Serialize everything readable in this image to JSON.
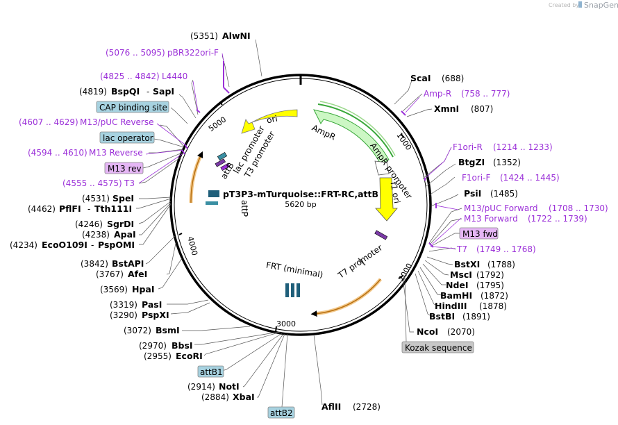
{
  "watermark": {
    "created_by": "Created by",
    "brand": "SnapGene"
  },
  "map": {
    "name": "pT3P3-mTurquoise::FRT-RC,attB",
    "size": "5620 bp"
  },
  "sites_right": [
    {
      "name": "ScaI",
      "pos": "(688)"
    },
    {
      "name": "XmnI",
      "pos": "(807)"
    },
    {
      "name": "BtgZI",
      "pos": "(1352)"
    },
    {
      "name": "PsiI",
      "pos": "(1485)"
    },
    {
      "name": "BstXI",
      "pos": "(1788)"
    },
    {
      "name": "MscI",
      "pos": "(1792)"
    },
    {
      "name": "NdeI",
      "pos": "(1795)"
    },
    {
      "name": "BamHI",
      "pos": "(1872)"
    },
    {
      "name": "HindIII",
      "pos": "(1878)"
    },
    {
      "name": "BstBI",
      "pos": "(1891)"
    },
    {
      "name": "NcoI",
      "pos": "(2070)"
    },
    {
      "name": "AflII",
      "pos": "(2728)"
    }
  ],
  "sites_left": [
    {
      "name": "AlwNI",
      "pos": "(5351)"
    },
    {
      "name": "BspQI",
      "pos": "(4819)",
      "alt": "SapI"
    },
    {
      "name": "SpeI",
      "pos": "(4531)"
    },
    {
      "name": "PflFI",
      "pos": "(4462)",
      "alt": "Tth111I"
    },
    {
      "name": "SgrDI",
      "pos": "(4246)"
    },
    {
      "name": "ApaI",
      "pos": "(4238)"
    },
    {
      "name": "EcoO109I",
      "pos": "(4234)",
      "alt": "PspOMI"
    },
    {
      "name": "BstAPI",
      "pos": "(3842)"
    },
    {
      "name": "AfeI",
      "pos": "(3767)"
    },
    {
      "name": "HpaI",
      "pos": "(3569)"
    },
    {
      "name": "PasI",
      "pos": "(3319)"
    },
    {
      "name": "PspXI",
      "pos": "(3290)"
    },
    {
      "name": "BsmI",
      "pos": "(3072)"
    },
    {
      "name": "BbsI",
      "pos": "(2970)"
    },
    {
      "name": "EcoRI",
      "pos": "(2955)"
    },
    {
      "name": "NotI",
      "pos": "(2914)"
    },
    {
      "name": "XbaI",
      "pos": "(2884)"
    }
  ],
  "primers": [
    {
      "name": "pBR322ori-F",
      "pos": "(5076 .. 5095)"
    },
    {
      "name": "L4440",
      "pos": "(4825 .. 4842)"
    },
    {
      "name": "M13/pUC Reverse",
      "pos": "(4607 .. 4629)"
    },
    {
      "name": "M13 Reverse",
      "pos": "(4594 .. 4610)"
    },
    {
      "name": "T3",
      "pos": "(4555 .. 4575)"
    },
    {
      "name": "Amp-R",
      "pos": "(758 .. 777)"
    },
    {
      "name": "F1ori-R",
      "pos": "(1214 .. 1233)"
    },
    {
      "name": "F1ori-F",
      "pos": "(1424 .. 1445)"
    },
    {
      "name": "M13/pUC Forward",
      "pos": "(1708 .. 1730)"
    },
    {
      "name": "M13 Forward",
      "pos": "(1722 .. 1739)"
    },
    {
      "name": "T7",
      "pos": "(1749 .. 1768)"
    }
  ],
  "boxed": {
    "cap": "CAP binding site",
    "lacop": "lac operator",
    "m13rev": "M13 rev",
    "m13fwd": "M13 fwd",
    "kozak": "Kozak sequence",
    "attb1": "attB1",
    "attb2": "attB2"
  },
  "inner": {
    "ori": "ori",
    "ampr": "AmpR",
    "ampr_promoter": "AmpR promoter",
    "f1ori": "f1 ori",
    "lac_promoter": "lac promoter",
    "t3_promoter": "T3 promoter",
    "attb": "attB",
    "attp": "attP",
    "t7_promoter": "T7 promoter",
    "frt": "FRT (minimal)"
  },
  "ticks": {
    "t1000": "1000",
    "t2000": "2000",
    "t3000": "3000",
    "t4000": "4000",
    "t5000": "5000"
  },
  "colors": {
    "ori": "#ffff00",
    "ampr": "#ccf7c4",
    "ampr_arrow_stroke": "#39a83a",
    "orange": "#e89a2c",
    "primer": "#9b30d8",
    "box_blue": "#a7d2e0",
    "box_purple": "#e5b6f5",
    "box_gray": "#c8c8c8"
  }
}
